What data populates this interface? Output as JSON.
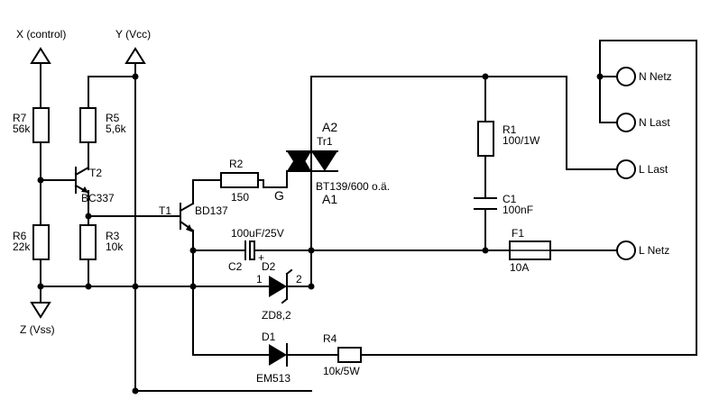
{
  "supply": {
    "x_label": "X (control)",
    "y_label": "Y (Vcc)",
    "z_label": "Z (Vss)"
  },
  "resistors": {
    "r7": {
      "name": "R7",
      "value": "56k"
    },
    "r5": {
      "name": "R5",
      "value": "5,6k"
    },
    "r6": {
      "name": "R6",
      "value": "22k"
    },
    "r3": {
      "name": "R3",
      "value": "10k"
    },
    "r2": {
      "name": "R2",
      "value": "150"
    },
    "r1": {
      "name": "R1",
      "value": "100/1W"
    },
    "r4": {
      "name": "R4",
      "value": "10k/5W"
    }
  },
  "transistors": {
    "t2": {
      "name": "T2",
      "part": "BC337"
    },
    "t1": {
      "name": "T1",
      "part": "BD137"
    }
  },
  "triac": {
    "name": "Tr1",
    "part": "BT139/600 o.ä.",
    "a1": "A1",
    "a2": "A2",
    "gate": "G"
  },
  "capacitors": {
    "c1": {
      "name": "C1",
      "value": "100nF"
    },
    "c2": {
      "name": "C2",
      "value": "100uF/25V",
      "polarity": "+"
    }
  },
  "diodes": {
    "d2": {
      "name": "D2",
      "part": "ZD8,2",
      "pin1": "1",
      "pin2": "2"
    },
    "d1": {
      "name": "D1",
      "part": "EM513"
    }
  },
  "fuse": {
    "name": "F1",
    "value": "10A"
  },
  "terminals": {
    "n_netz": "N Netz",
    "n_last": "N Last",
    "l_last": "L Last",
    "l_netz": "L Netz"
  }
}
